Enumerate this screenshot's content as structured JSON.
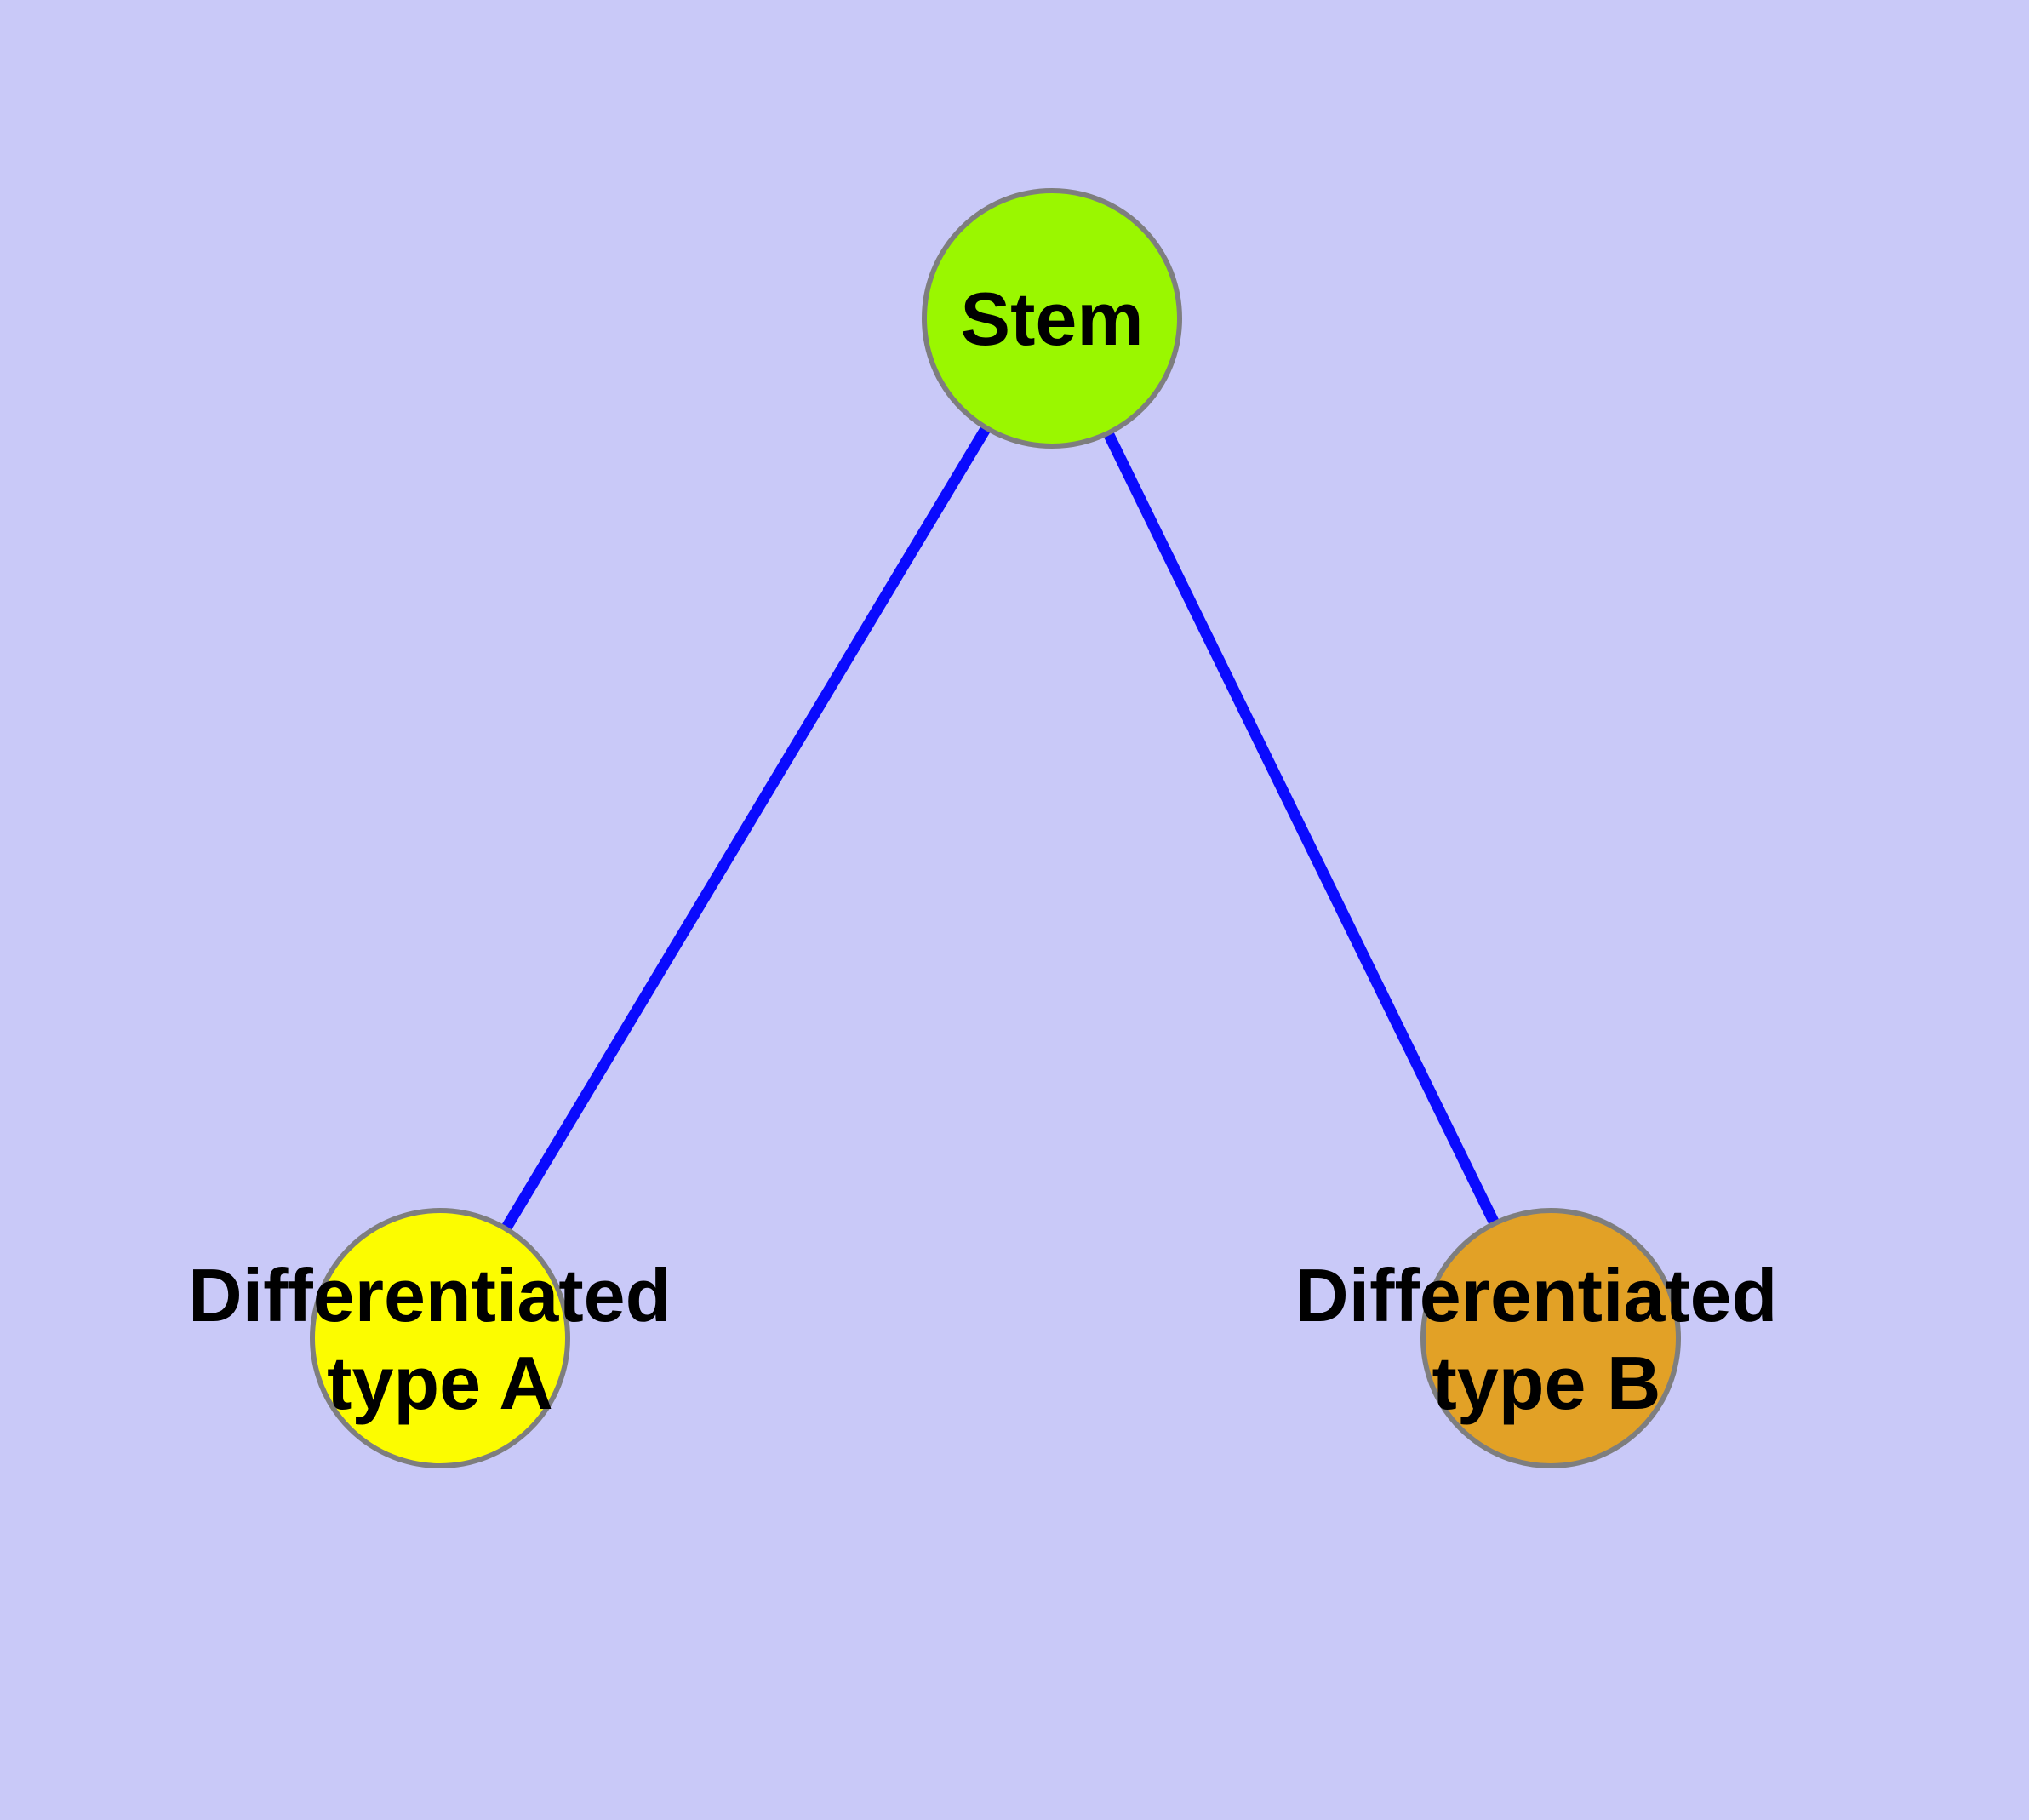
{
  "diagram": {
    "background_color": "#c9c9f8",
    "edge_color": "#0a0afe",
    "node_border_color": "#7e7e7e",
    "text_color": "#000000",
    "nodes": [
      {
        "id": "stem",
        "label": "Stem",
        "fill": "#9af700"
      },
      {
        "id": "differentiated-type-a",
        "label_line1": "Differentiated",
        "label_line2": "type A",
        "fill": "#fcfc00"
      },
      {
        "id": "differentiated-type-b",
        "label_line1": "Differentiated",
        "label_line2": "type B",
        "fill": "#e2a126"
      }
    ],
    "edges": [
      {
        "from": "Stem",
        "to": "Differentiated type A"
      },
      {
        "from": "Stem",
        "to": "Differentiated type B"
      }
    ]
  }
}
